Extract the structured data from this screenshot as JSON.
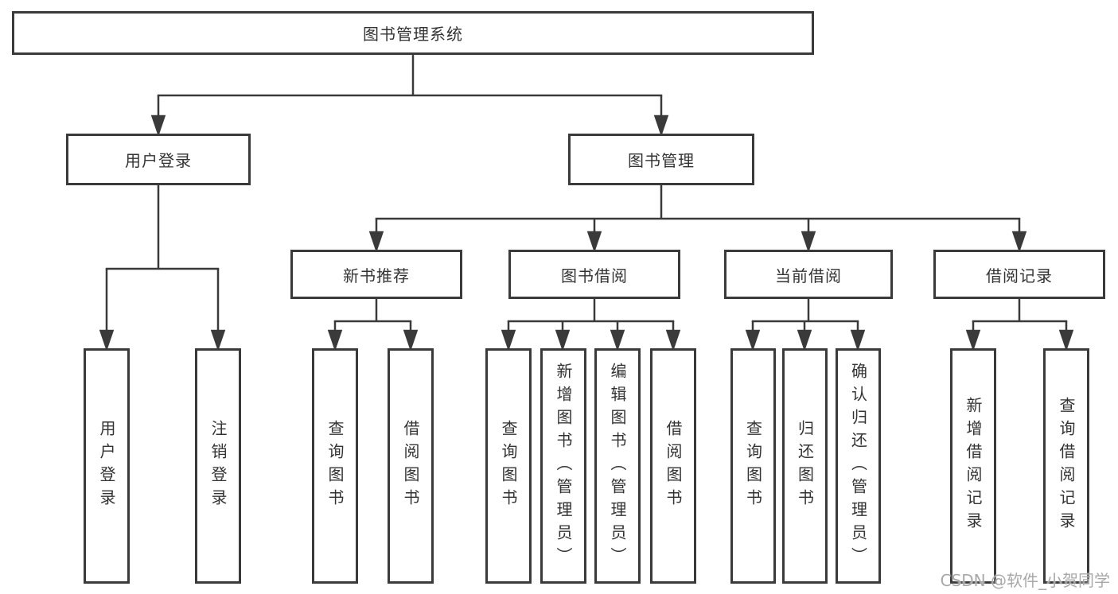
{
  "diagram_title": "图书管理系统",
  "colors": {
    "line": "#3A3A3A",
    "text": "#333333",
    "background": "#FFFFFF",
    "watermark": "#A8A8A8"
  },
  "tree": {
    "root": {
      "label": "图书管理系统"
    },
    "branches": [
      {
        "label": "用户登录",
        "children": [
          {
            "label": "用户登录"
          },
          {
            "label": "注销登录"
          }
        ]
      },
      {
        "label": "图书管理",
        "groups": [
          {
            "label": "新书推荐",
            "children": [
              {
                "label": "查询图书"
              },
              {
                "label": "借阅图书"
              }
            ]
          },
          {
            "label": "图书借阅",
            "children": [
              {
                "label": "查询图书"
              },
              {
                "label": "新增图书（管理员）"
              },
              {
                "label": "编辑图书（管理员）"
              },
              {
                "label": "借阅图书"
              }
            ]
          },
          {
            "label": "当前借阅",
            "children": [
              {
                "label": "查询图书"
              },
              {
                "label": "归还图书"
              },
              {
                "label": "确认归还（管理员）"
              }
            ]
          },
          {
            "label": "借阅记录",
            "children": [
              {
                "label": "新增借阅记录"
              },
              {
                "label": "查询借阅记录"
              }
            ]
          }
        ]
      }
    ]
  },
  "watermark": "CSDN @软件_小贺同学"
}
